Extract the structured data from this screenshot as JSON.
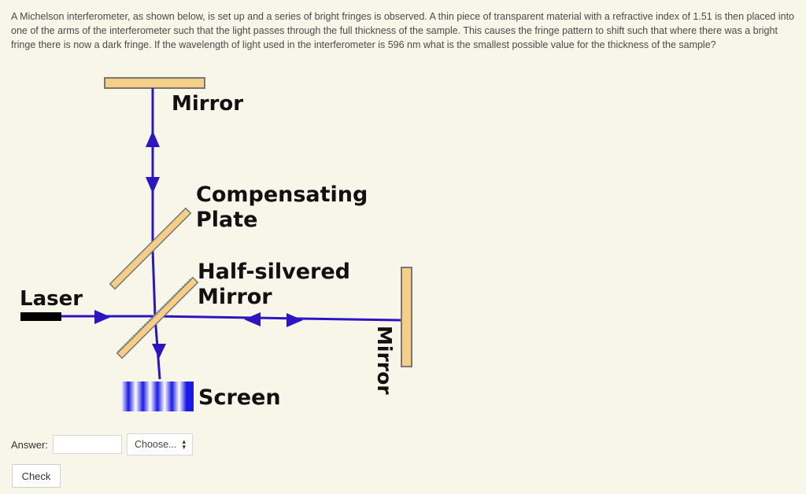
{
  "question": {
    "text": "A Michelson interferometer, as shown below, is set up and a series of bright fringes is observed. A thin piece of transparent material with a refractive index of 1.51 is then placed into one of the arms of the interferometer such that the light passes through the full thickness of the sample. This causes the fringe pattern to shift such that where there was a bright fringe there is now a dark fringe. If the wavelength of light used in the interferometer is 596 nm what is the smallest possible value for the thickness of the sample?"
  },
  "diagram": {
    "labels": {
      "top_mirror": "Mirror",
      "compensating_line1": "Compensating",
      "compensating_line2": "Plate",
      "half_silvered_line1": "Half-silvered",
      "half_silvered_line2": "Mirror",
      "laser": "Laser",
      "screen": "Screen",
      "right_mirror": "Mirror"
    },
    "colors": {
      "beam": "#2c16c4",
      "mirror_fill": "#f5cf86",
      "mirror_edge": "#777777",
      "laser": "#000000"
    }
  },
  "form": {
    "answer_label": "Answer:",
    "answer_value": "",
    "unit_selected": "Choose...",
    "check_label": "Check"
  }
}
